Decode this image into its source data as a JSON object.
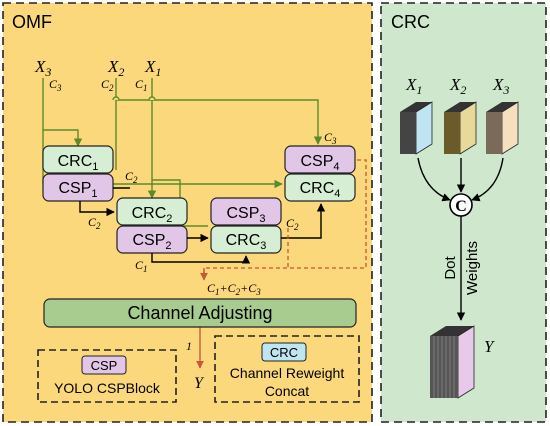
{
  "omf": {
    "title": "OMF",
    "inputs": [
      {
        "label": "X",
        "sub": "3",
        "c_label": "C",
        "c_sub": "3"
      },
      {
        "label": "X",
        "sub": "2",
        "c_label": "C",
        "c_sub": "2"
      },
      {
        "label": "X",
        "sub": "1",
        "c_label": "C",
        "c_sub": "1"
      }
    ],
    "blocks": {
      "crc1": {
        "label": "CRC",
        "sub": "1"
      },
      "csp1": {
        "label": "CSP",
        "sub": "1"
      },
      "crc2": {
        "label": "CRC",
        "sub": "2"
      },
      "csp2": {
        "label": "CSP",
        "sub": "2"
      },
      "csp3": {
        "label": "CSP",
        "sub": "3"
      },
      "crc3": {
        "label": "CRC",
        "sub": "3"
      },
      "csp4": {
        "label": "CSP",
        "sub": "4"
      },
      "crc4": {
        "label": "CRC",
        "sub": "4"
      }
    },
    "channel_labels": {
      "csp1_right": {
        "label": "C",
        "sub": "2"
      },
      "csp1_down": {
        "label": "C",
        "sub": "2"
      },
      "crc3_right": {
        "label": "C",
        "sub": "2"
      },
      "csp4_top": {
        "label": "C",
        "sub": "3"
      },
      "csp2_bottom": {
        "label": "C",
        "sub": "1"
      }
    },
    "sum_label": {
      "parts": [
        "C",
        "1",
        "+C",
        "2",
        "+C",
        "3"
      ]
    },
    "channel_adjusting": "Channel Adjusting",
    "adjust_out": "1",
    "output": "Y",
    "legend": [
      {
        "badge": "CSP",
        "text": "YOLO CSPBlock"
      },
      {
        "badge": "CRC",
        "line1": "Channel Reweight",
        "line2": "Concat"
      }
    ]
  },
  "crc_panel": {
    "title": "CRC",
    "inputs": [
      {
        "label": "X",
        "sub": "1"
      },
      {
        "label": "X",
        "sub": "2"
      },
      {
        "label": "X",
        "sub": "3"
      }
    ],
    "concat_symbol": "C",
    "op_line1": "Dot",
    "op_line2": "Weights",
    "output": "Y"
  },
  "colors": {
    "omf_bg": "#fcd87c",
    "crc_bg": "#cfe8cd",
    "crc_block": "#d6efd4",
    "csp_block": "#e1c6e8",
    "channel_adjusting": "#a8cc90",
    "green_line": "#5a8a2c",
    "red_line": "#c8563a",
    "black_line": "#000000",
    "cube_blue": "#bfe4f2",
    "cube_gold": "#e7d99a",
    "cube_peach": "#f6dfc0",
    "cube_pink": "#e8c9ea"
  }
}
